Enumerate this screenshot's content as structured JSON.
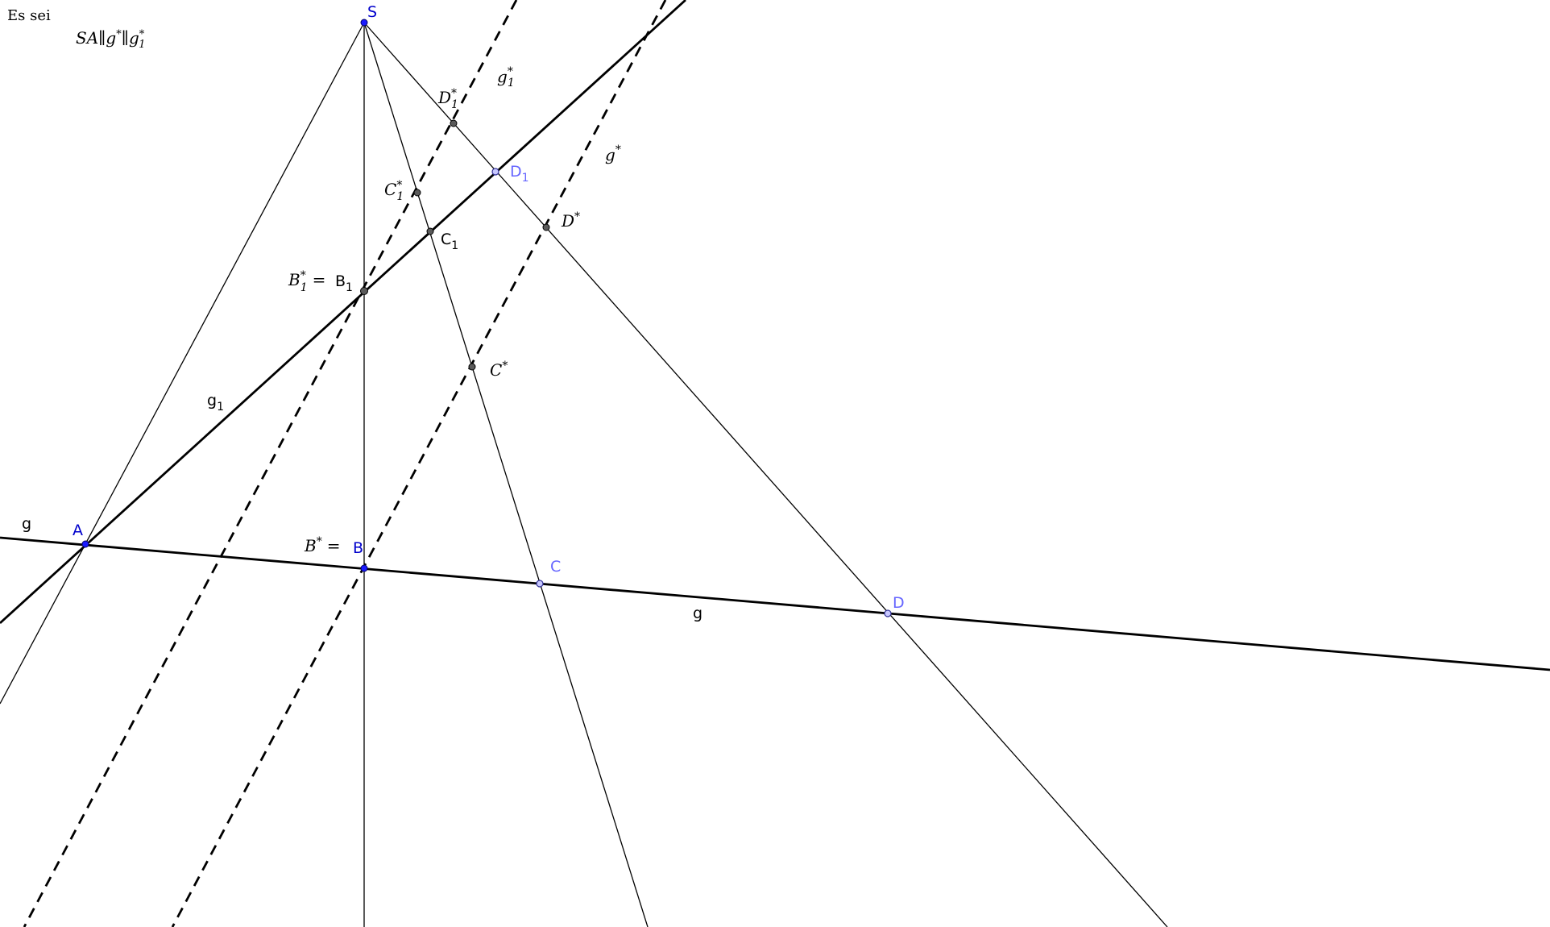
{
  "note": {
    "title": "Es sei",
    "formula": {
      "a": "SA",
      "sep": "∥",
      "b": "g",
      "b_sup": "*",
      "c": "g",
      "c_sub": "1",
      "c_sup": "*"
    }
  },
  "labels": {
    "S": "S",
    "A": "A",
    "B": "B",
    "B_star_prefix": "B",
    "B_star_sup": "*",
    "eq": "=",
    "C": "C",
    "D": "D",
    "D1": "D",
    "D1_sub": "1",
    "C1": "C",
    "C1_sub": "1",
    "B1_star": "B",
    "B1_star_sub": "1",
    "B1_star_sup": "*",
    "B1": "B",
    "B1_sub": "1",
    "C_star": "C",
    "C_star_sup": "*",
    "D_star": "D",
    "D_star_sup": "*",
    "C1_star": "C",
    "C1_star_sub": "1",
    "C1_star_sup": "*",
    "D1_star": "D",
    "D1_star_sub": "1",
    "D1_star_sup": "*",
    "g_left": "g",
    "g_mid": "g",
    "g1": "g",
    "g1_sub": "1",
    "g_star": "g",
    "g_star_sup": "*",
    "g1_star": "g",
    "g1_star_sub": "1",
    "g1_star_sup": "*"
  },
  "colors": {
    "free_point": "#1a1aff",
    "free_label": "#0000cc",
    "open_point_label": "#6666ff",
    "line": "#000000"
  }
}
